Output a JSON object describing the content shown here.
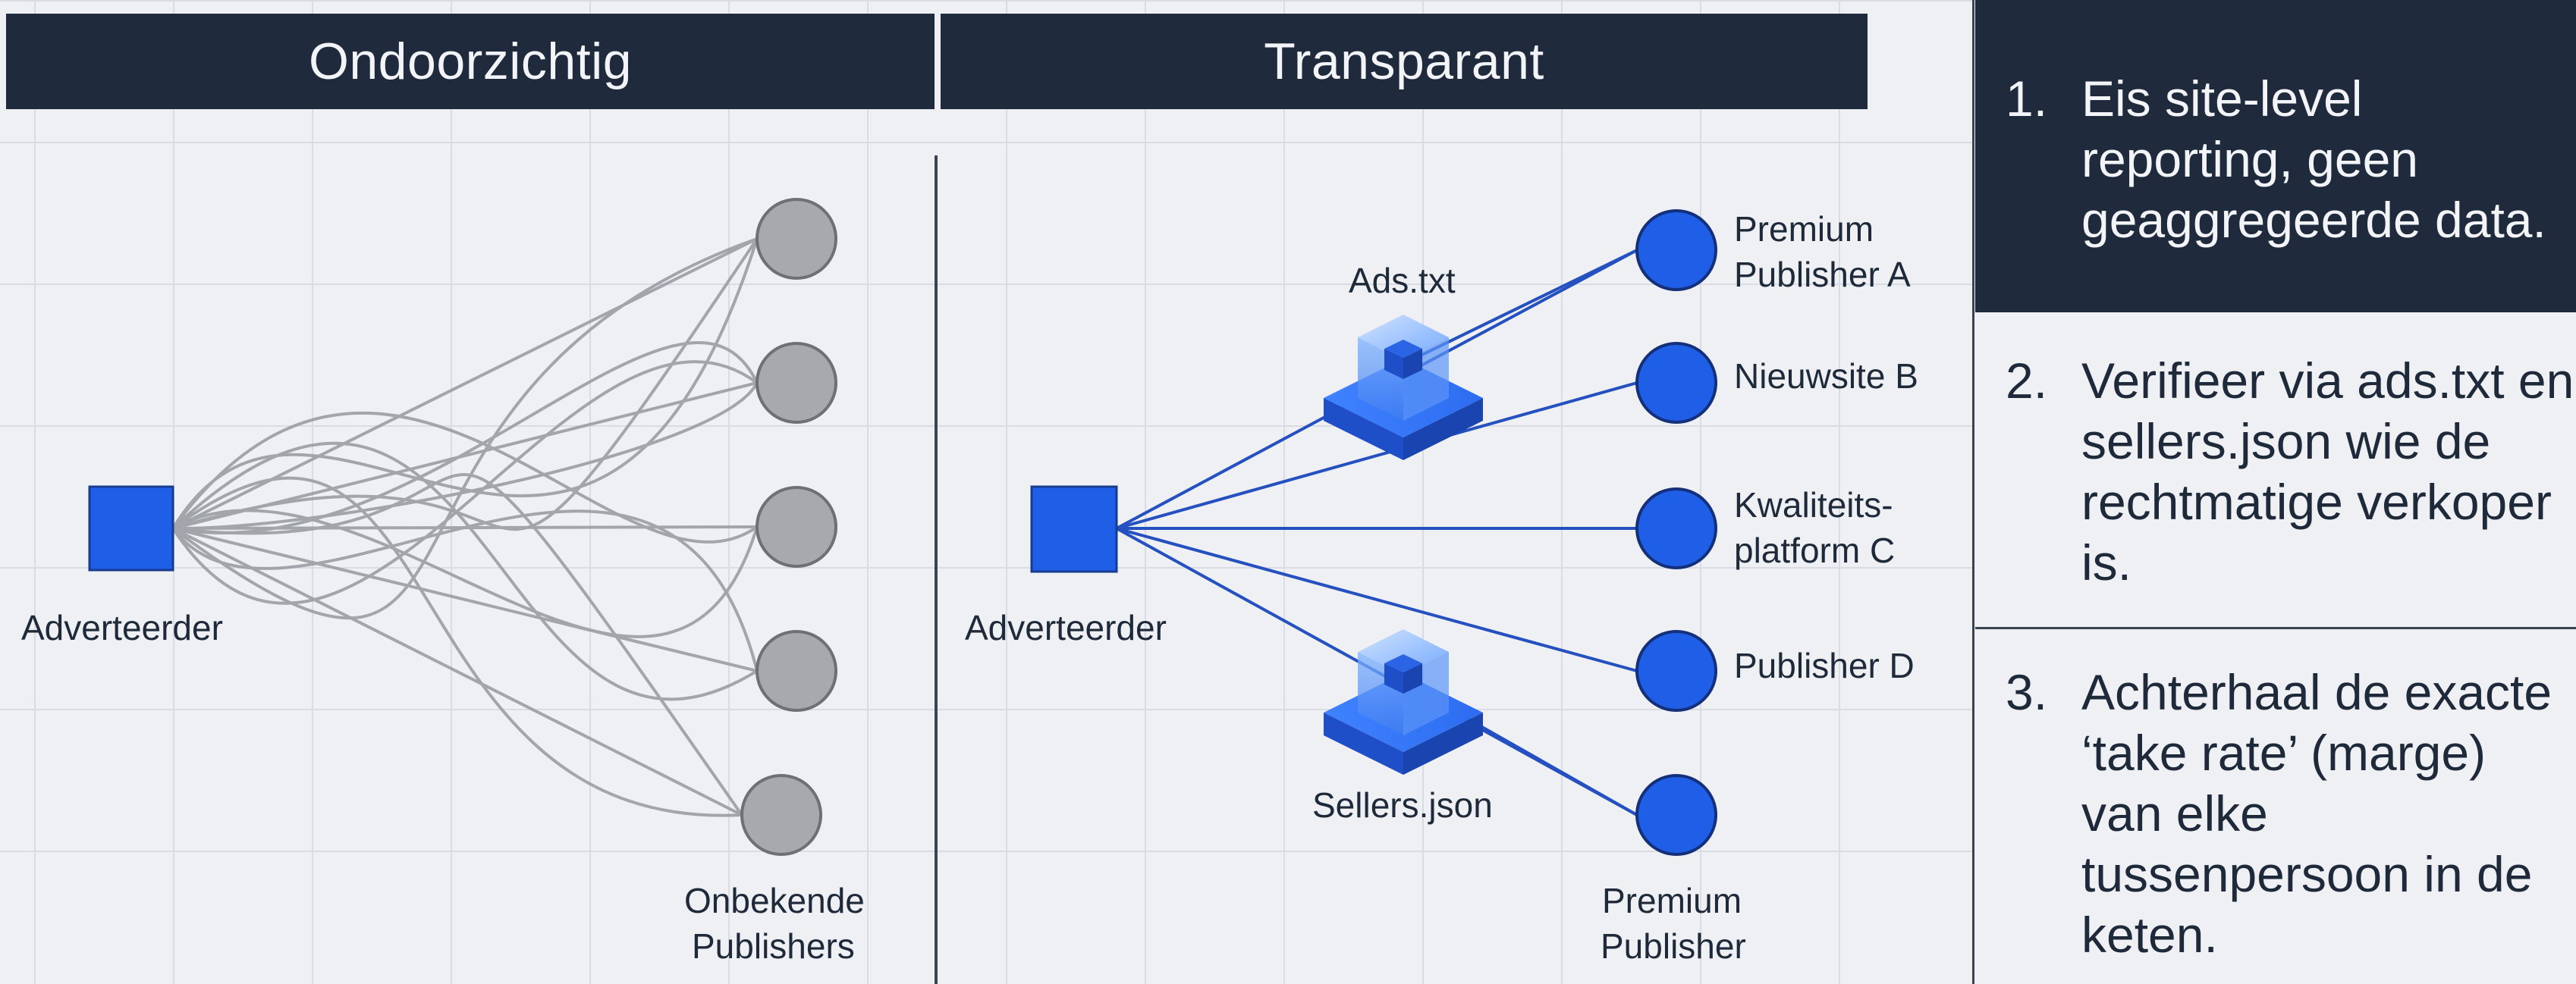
{
  "headers": {
    "left": "Ondoorzichtig",
    "right": "Transparant"
  },
  "opaque": {
    "source_label": "Adverteerder",
    "target_label_line1": "Onbekende",
    "target_label_line2": "Publishers"
  },
  "transparent": {
    "source_label": "Adverteerder",
    "cube_top_label": "Ads.txt",
    "cube_bottom_label": "Sellers.json",
    "publishers": [
      {
        "line1": "Premium",
        "line2": "Publisher A"
      },
      {
        "line1": "Nieuwsite B",
        "line2": ""
      },
      {
        "line1": "Kwaliteits-",
        "line2": "platform C"
      },
      {
        "line1": "Publisher D",
        "line2": ""
      },
      {
        "line1": "Premium",
        "line2": "Publisher"
      }
    ]
  },
  "steps": [
    {
      "num": "1.",
      "text": "Eis site-level reporting, geen geaggregeerde data."
    },
    {
      "num": "2.",
      "text": "Verifieer via ads.txt en sellers.json wie de rechtmatige verkoper is."
    },
    {
      "num": "3.",
      "text": "Achterhaal de exacte ‘take rate’ (marge) van elke tussenpersoon in de keten."
    }
  ],
  "colors": {
    "header_bg": "#1f2b3c",
    "accent_blue": "#1f5fe8",
    "node_grey": "#a7a9ad",
    "background": "#eef0f3"
  }
}
